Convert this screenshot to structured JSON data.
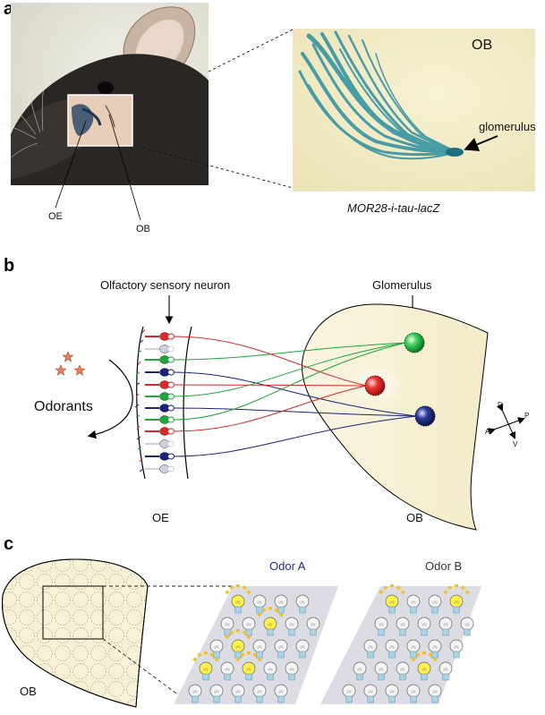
{
  "panels": {
    "a": "a",
    "b": "b",
    "c": "c"
  },
  "panel_a": {
    "label_OE": "OE",
    "label_OB": "OB",
    "micrograph_region": "OB",
    "micrograph_target": "glomerulus",
    "caption": "MOR28-i-tau-lacZ"
  },
  "panel_b": {
    "title_neuron": "Olfactory sensory neuron",
    "title_glomerulus": "Glomerulus",
    "odorants": "Odorants",
    "bottom_OE": "OE",
    "bottom_OB": "OB",
    "axes": {
      "d": "D",
      "v": "V",
      "a": "A",
      "p": "P"
    },
    "colors": {
      "green": "#1aa83a",
      "red": "#e0262a",
      "blue": "#1a237e",
      "grey": "#cfd0de"
    }
  },
  "panel_c": {
    "label_OB": "OB",
    "odor_a": "Odor A",
    "odor_b": "Odor B",
    "bulb_glyph": "(//)"
  }
}
